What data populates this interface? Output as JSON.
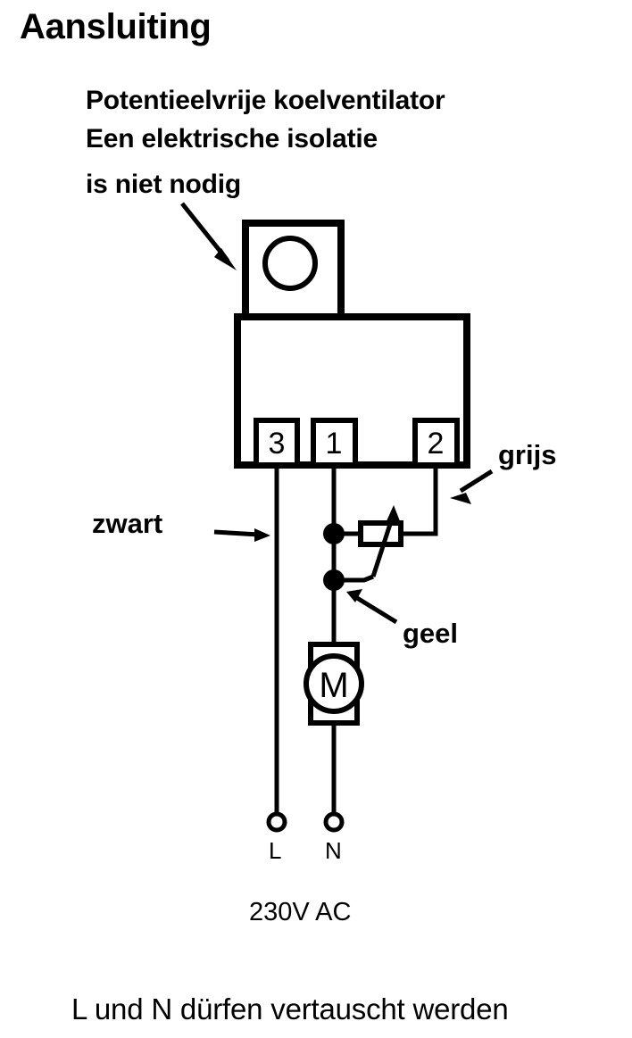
{
  "title": "Aansluiting",
  "notes": {
    "line1": "Potentieelvrije koelventilator",
    "line2": "Een elektrische isolatie",
    "line3": "is niet nodig"
  },
  "labels": {
    "zwart": "zwart",
    "grijs": "grijs",
    "geel": "geel",
    "line_L": "L",
    "line_N": "N",
    "voltage": "230V AC"
  },
  "terminals": [
    {
      "id": "3",
      "label": "3"
    },
    {
      "id": "1",
      "label": "1"
    },
    {
      "id": "2",
      "label": "2"
    }
  ],
  "motor": {
    "symbol": "M"
  },
  "footer": "L und N dürfen vertauscht werden",
  "colors": {
    "ink": "#000000",
    "background": "#ffffff"
  }
}
